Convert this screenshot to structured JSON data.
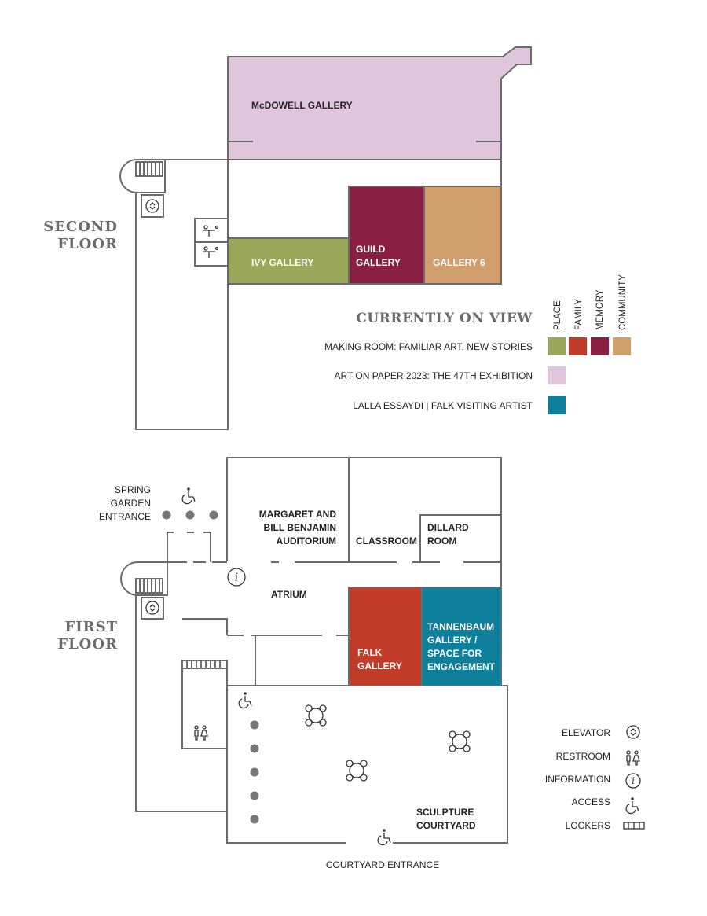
{
  "floors": {
    "second": {
      "line1": "SECOND",
      "line2": "FLOOR"
    },
    "first": {
      "line1": "FIRST",
      "line2": "FLOOR"
    }
  },
  "rooms": {
    "mcdowell": {
      "label": "McDOWELL GALLERY",
      "theme": "art_on_paper"
    },
    "ivy": {
      "label": "IVY GALLERY",
      "theme": "place"
    },
    "guild": {
      "line1": "GUILD",
      "line2": "GALLERY",
      "theme": "memory"
    },
    "gallery6": {
      "label": "GALLERY 6",
      "theme": "community"
    },
    "auditorium": {
      "line1": "MARGARET AND",
      "line2": "BILL BENJAMIN",
      "line3": "AUDITORIUM"
    },
    "classroom": {
      "label": "CLASSROOM"
    },
    "dillard": {
      "line1": "DILLARD",
      "line2": "ROOM"
    },
    "atrium": {
      "label": "ATRIUM"
    },
    "falk": {
      "line1": "FALK",
      "line2": "GALLERY",
      "theme": "family"
    },
    "tannenbaum": {
      "line1": "TANNENBAUM",
      "line2": "GALLERY /",
      "line3": "SPACE FOR",
      "line4": "ENGAGEMENT",
      "theme": "lalla"
    },
    "courtyard": {
      "line1": "SCULPTURE",
      "line2": "COURTYARD"
    }
  },
  "entrances": {
    "spring_garden": {
      "line1": "SPRING",
      "line2": "GARDEN",
      "line3": "ENTRANCE"
    },
    "courtyard": {
      "label": "COURTYARD ENTRANCE"
    }
  },
  "on_view": {
    "heading": "CURRENTLY ON VIEW",
    "themes": [
      "PLACE",
      "FAMILY",
      "MEMORY",
      "COMMUNITY"
    ],
    "exhibitions": [
      {
        "label": "MAKING ROOM: FAMILIAR ART, NEW STORIES",
        "colors": [
          "#9ba75b",
          "#c23b28",
          "#8a1f43",
          "#d19f6e"
        ]
      },
      {
        "label": "ART ON PAPER 2023: THE 47TH EXHIBITION",
        "colors": [
          "#dfc6dd"
        ]
      },
      {
        "label": "LALLA ESSAYDI | FALK VISITING ARTIST",
        "colors": [
          "#0e7f9a"
        ]
      }
    ]
  },
  "legend": [
    {
      "label": "ELEVATOR",
      "icon": "elevator-icon"
    },
    {
      "label": "RESTROOM",
      "icon": "restroom-icon"
    },
    {
      "label": "INFORMATION",
      "icon": "information-icon"
    },
    {
      "label": "ACCESS",
      "icon": "wheelchair-icon"
    },
    {
      "label": "LOCKERS",
      "icon": "lockers-icon"
    }
  ],
  "colors": {
    "place": "#9ba75b",
    "family": "#c23b28",
    "memory": "#8a1f43",
    "community": "#d19f6e",
    "art_on_paper": "#dfc6dd",
    "lalla": "#0e7f9a",
    "wall": "#6b6b6b"
  }
}
